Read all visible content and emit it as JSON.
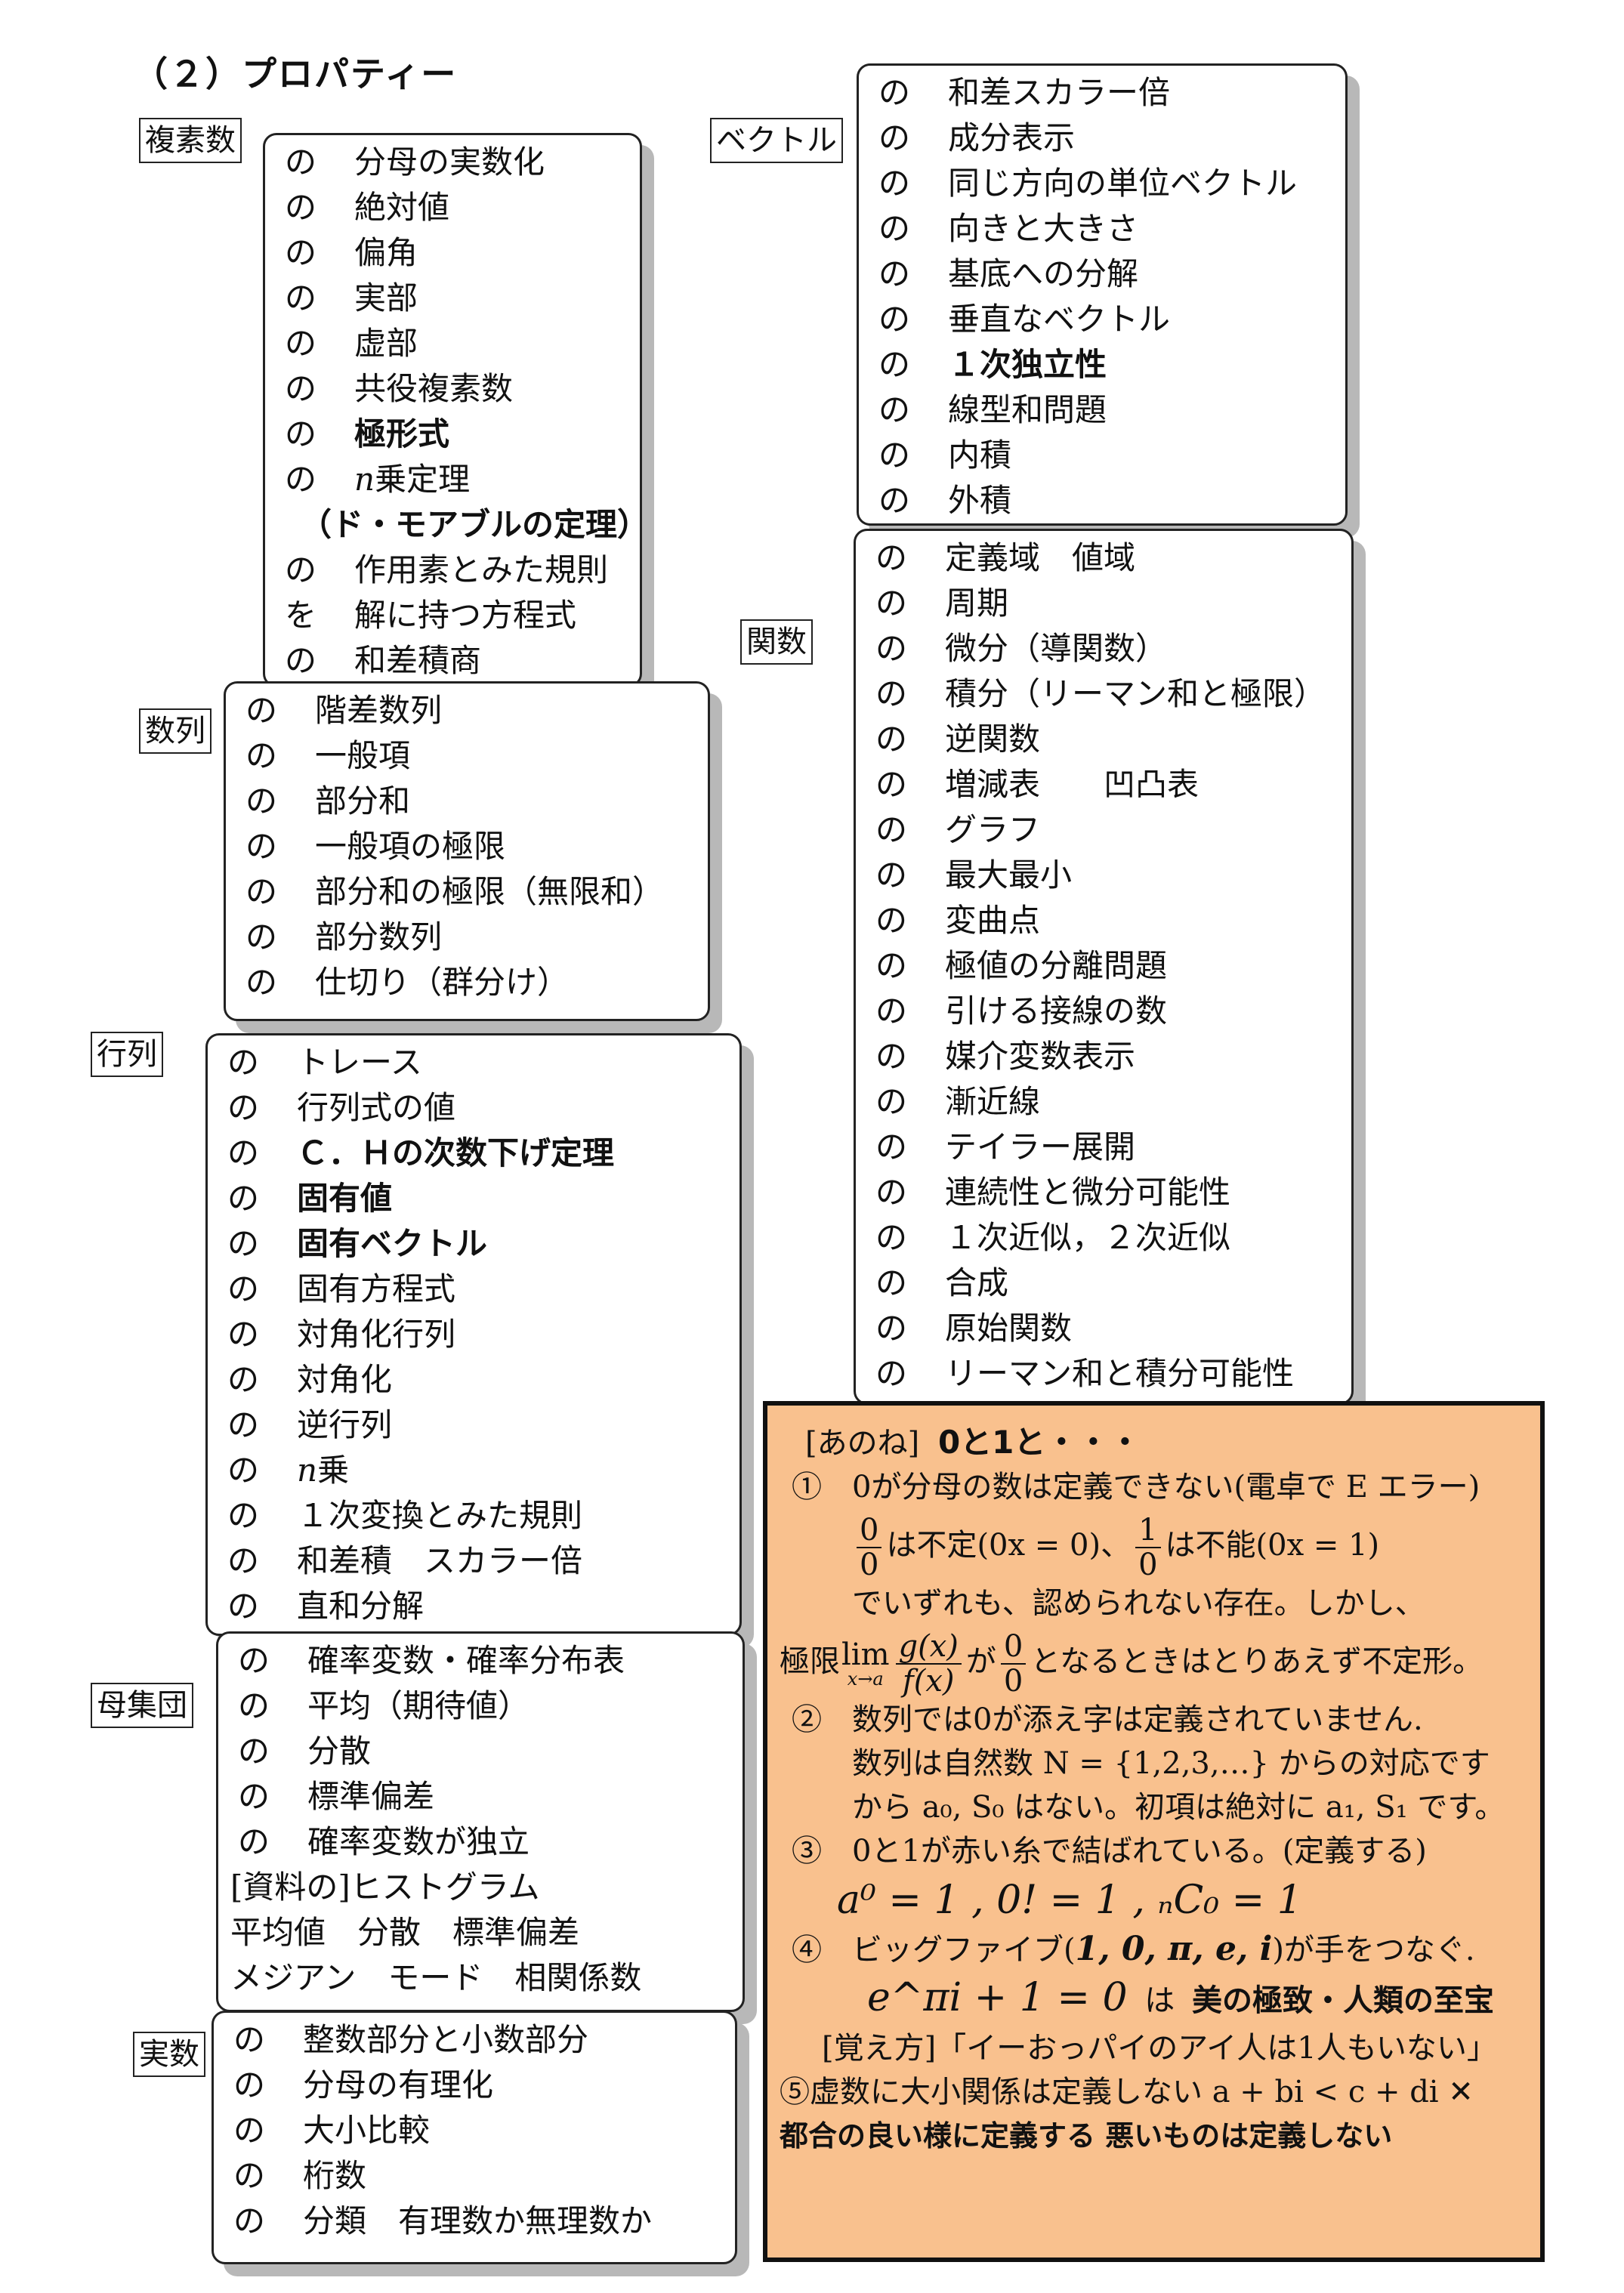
{
  "title": "（２）プロパティー",
  "sections": {
    "fukuso": {
      "label": "複素数",
      "items": [
        {
          "mark": "の",
          "text": "分母の実数化"
        },
        {
          "mark": "の",
          "text": "絶対値"
        },
        {
          "mark": "の",
          "text": "偏角"
        },
        {
          "mark": "の",
          "text": "実部"
        },
        {
          "mark": "の",
          "text": "虚部"
        },
        {
          "mark": "の",
          "text": "共役複素数"
        },
        {
          "mark": "の",
          "text": "極形式"
        },
        {
          "mark": "の",
          "var": "n",
          "text": "乗定理"
        },
        {
          "mark": "",
          "text": "（ド・モアブルの定理）"
        },
        {
          "mark": "の",
          "text": "作用素とみた規則"
        },
        {
          "mark": "を",
          "text": "解に持つ方程式"
        },
        {
          "mark": "の",
          "text": "和差積商"
        }
      ]
    },
    "suretsu": {
      "label": "数列",
      "items": [
        {
          "mark": "の",
          "text": "階差数列"
        },
        {
          "mark": "の",
          "text": "一般項"
        },
        {
          "mark": "の",
          "text": "部分和"
        },
        {
          "mark": "の",
          "text": "一般項の極限"
        },
        {
          "mark": "の",
          "text": "部分和の極限（無限和）"
        },
        {
          "mark": "の",
          "text": "部分数列"
        },
        {
          "mark": "の",
          "text": "仕切り（群分け）"
        }
      ]
    },
    "gyoretsu": {
      "label": "行列",
      "items": [
        {
          "mark": "の",
          "text": "トレース"
        },
        {
          "mark": "の",
          "text": "行列式の値"
        },
        {
          "mark": "の",
          "text": "Ｃ．Ｈの次数下げ定理"
        },
        {
          "mark": "の",
          "text": "固有値"
        },
        {
          "mark": "の",
          "text": "固有ベクトル"
        },
        {
          "mark": "の",
          "text": "固有方程式"
        },
        {
          "mark": "の",
          "text": "対角化行列"
        },
        {
          "mark": "の",
          "text": "対角化"
        },
        {
          "mark": "の",
          "text": "逆行列"
        },
        {
          "mark": "の",
          "var": "n",
          "text": "乗"
        },
        {
          "mark": "の",
          "text": "１次変換とみた規則"
        },
        {
          "mark": "の",
          "text": "和差積　スカラー倍"
        },
        {
          "mark": "の",
          "text": "直和分解"
        }
      ]
    },
    "boshudan": {
      "label": "母集団",
      "items": [
        {
          "mark": "の",
          "text": "確率変数・確率分布表"
        },
        {
          "mark": "の",
          "text": "平均（期待値）"
        },
        {
          "mark": "の",
          "text": "分散"
        },
        {
          "mark": "の",
          "text": "標準偏差"
        },
        {
          "mark": "の",
          "text": "確率変数が独立"
        }
      ],
      "extra": [
        "[資料の]ヒストグラム",
        "平均値　分散　標準偏差",
        "メジアン　モード　相関係数"
      ]
    },
    "jissu": {
      "label": "実数",
      "items": [
        {
          "mark": "の",
          "text": "整数部分と小数部分"
        },
        {
          "mark": "の",
          "text": "分母の有理化"
        },
        {
          "mark": "の",
          "text": "大小比較"
        },
        {
          "mark": "の",
          "text": "桁数"
        },
        {
          "mark": "の",
          "text": "分類　有理数か無理数か"
        }
      ]
    },
    "vector": {
      "label": "ベクトル",
      "items": [
        {
          "mark": "の",
          "text": "和差スカラー倍"
        },
        {
          "mark": "の",
          "text": "成分表示"
        },
        {
          "mark": "の",
          "text": "同じ方向の単位ベクトル"
        },
        {
          "mark": "の",
          "text": "向きと大きさ"
        },
        {
          "mark": "の",
          "text": "基底への分解"
        },
        {
          "mark": "の",
          "text": "垂直なベクトル"
        },
        {
          "mark": "の",
          "text": "１次独立性"
        },
        {
          "mark": "の",
          "text": "線型和問題"
        },
        {
          "mark": "の",
          "text": "内積"
        },
        {
          "mark": "の",
          "text": "外積"
        }
      ]
    },
    "kansu": {
      "label": "関数",
      "items": [
        {
          "mark": "の",
          "text": "定義域　値域"
        },
        {
          "mark": "の",
          "text": "周期"
        },
        {
          "mark": "の",
          "text": "微分（導関数）"
        },
        {
          "mark": "の",
          "text": "積分（リーマン和と極限）"
        },
        {
          "mark": "の",
          "text": "逆関数"
        },
        {
          "mark": "の",
          "text": "増減表　　凹凸表"
        },
        {
          "mark": "の",
          "text": "グラフ"
        },
        {
          "mark": "の",
          "text": "最大最小"
        },
        {
          "mark": "の",
          "text": "変曲点"
        },
        {
          "mark": "の",
          "text": "極値の分離問題"
        },
        {
          "mark": "の",
          "text": "引ける接線の数"
        },
        {
          "mark": "の",
          "text": "媒介変数表示"
        },
        {
          "mark": "の",
          "text": "漸近線"
        },
        {
          "mark": "の",
          "text": "テイラー展開"
        },
        {
          "mark": "の",
          "text": "連続性と微分可能性"
        },
        {
          "mark": "の",
          "text": "１次近似，２次近似"
        },
        {
          "mark": "の",
          "text": "合成"
        },
        {
          "mark": "の",
          "text": "原始関数"
        },
        {
          "mark": "の",
          "text": "リーマン和と積分可能性"
        }
      ]
    }
  },
  "note": {
    "tag": "[あのね]",
    "heading": "0と1と・・・",
    "l1": "①　0が分母の数は定義できない(電卓で E エラー)",
    "f0_num": "0",
    "f0_den": "0",
    "l2a": "は不定(0x = 0)、",
    "f1_num": "1",
    "f1_den": "0",
    "l2b": "は不能(0x = 1)",
    "l3": "でいずれも、認められない存在。しかし、",
    "l4_pre": "極限",
    "lim": "lim",
    "lim_sub": "x→a",
    "l4_num": "g(x)",
    "l4_den": "f(x)",
    "l4_mid": "が",
    "l4_fn": "0",
    "l4_fd": "0",
    "l4_post": "となるときはとりあえず不定形。",
    "l5": "②　数列では0が添え字は定義されていません.",
    "l6": "数列は自然数 N = {1,2,3,…} からの対応です",
    "l7": "から a₀, S₀ はない。初項は絶対に a₁, S₁ です。",
    "l8": "③　0と1が赤い糸で結ばれている。(定義する)",
    "l9": "a⁰ = 1 , 0! = 1 , ₙC₀ = 1",
    "l10_pre": "④　ビッグファイブ(",
    "l10_math": "1, 0, π, e, i",
    "l10_post": ")が手をつなぐ.",
    "l11_math": "e^πi + 1 = 0",
    "l11_mid": "は",
    "l11_bold": "美の極致・人類の至宝",
    "l12": "[覚え方]「イーおっパイのアイ人は1人もいない」",
    "l13": "⑤虚数に大小関係は定義しない a + bi < c + di ✕",
    "l14": "都合の良い様に定義する 悪いものは定義しない"
  }
}
